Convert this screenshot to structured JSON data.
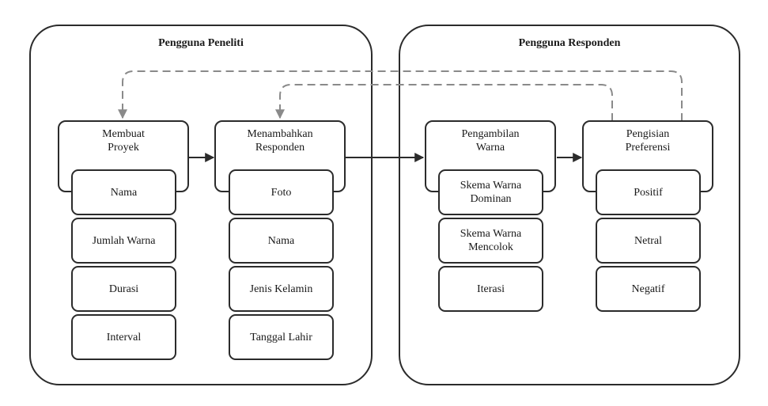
{
  "colors": {
    "stroke": "#2b2b2b",
    "dashed_arrow": "#8a8a8a",
    "background": "#ffffff"
  },
  "groups": {
    "peneliti": {
      "title": "Pengguna Peneliti"
    },
    "responden": {
      "title": "Pengguna Responden"
    }
  },
  "stages": {
    "membuat_proyek": {
      "title": "Membuat\nProyek",
      "items": [
        "Nama",
        "Jumlah Warna",
        "Durasi",
        "Interval"
      ]
    },
    "menambahkan_responden": {
      "title": "Menambahkan\nResponden",
      "items": [
        "Foto",
        "Nama",
        "Jenis Kelamin",
        "Tanggal Lahir"
      ]
    },
    "pengambilan_warna": {
      "title": "Pengambilan\nWarna",
      "items": [
        "Skema Warna\nDominan",
        "Skema Warna\nMencolok",
        "Iterasi"
      ]
    },
    "pengisian_preferensi": {
      "title": "Pengisian\nPreferensi",
      "items": [
        "Positif",
        "Netral",
        "Negatif"
      ]
    }
  }
}
